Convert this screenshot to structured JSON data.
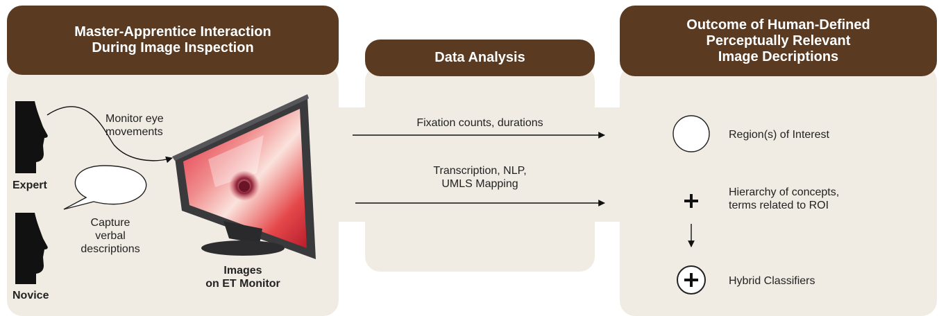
{
  "colors": {
    "header_bg": "#5a3b22",
    "panel_bg": "#f1ece3",
    "header_text": "#ffffff",
    "silhouette": "#111111"
  },
  "panels": {
    "left": {
      "title_line1": "Master-Apprentice Interaction",
      "title_line2": "During Image Inspection"
    },
    "middle": {
      "title": "Data Analysis"
    },
    "right": {
      "title_line1": "Outcome of Human-Defined",
      "title_line2": "Perceptually Relevant",
      "title_line3": "Image Decriptions"
    }
  },
  "left": {
    "expert_label": "Expert",
    "novice_label": "Novice",
    "monitor_eye_line1": "Monitor eye",
    "monitor_eye_line2": "movements",
    "capture_line1": "Capture",
    "capture_line2": "verbal",
    "capture_line3": "descriptions",
    "monitor_caption_line1": "Images",
    "monitor_caption_line2": "on ET Monitor"
  },
  "middle": {
    "arrow1_label": "Fixation counts, durations",
    "arrow2_line1": "Transcription, NLP,",
    "arrow2_line2": "UMLS Mapping"
  },
  "right": {
    "item1": "Region(s) of Interest",
    "item2_line1": "Hierarchy of concepts,",
    "item2_line2": "terms related to ROI",
    "item3": "Hybrid Classifiers"
  }
}
